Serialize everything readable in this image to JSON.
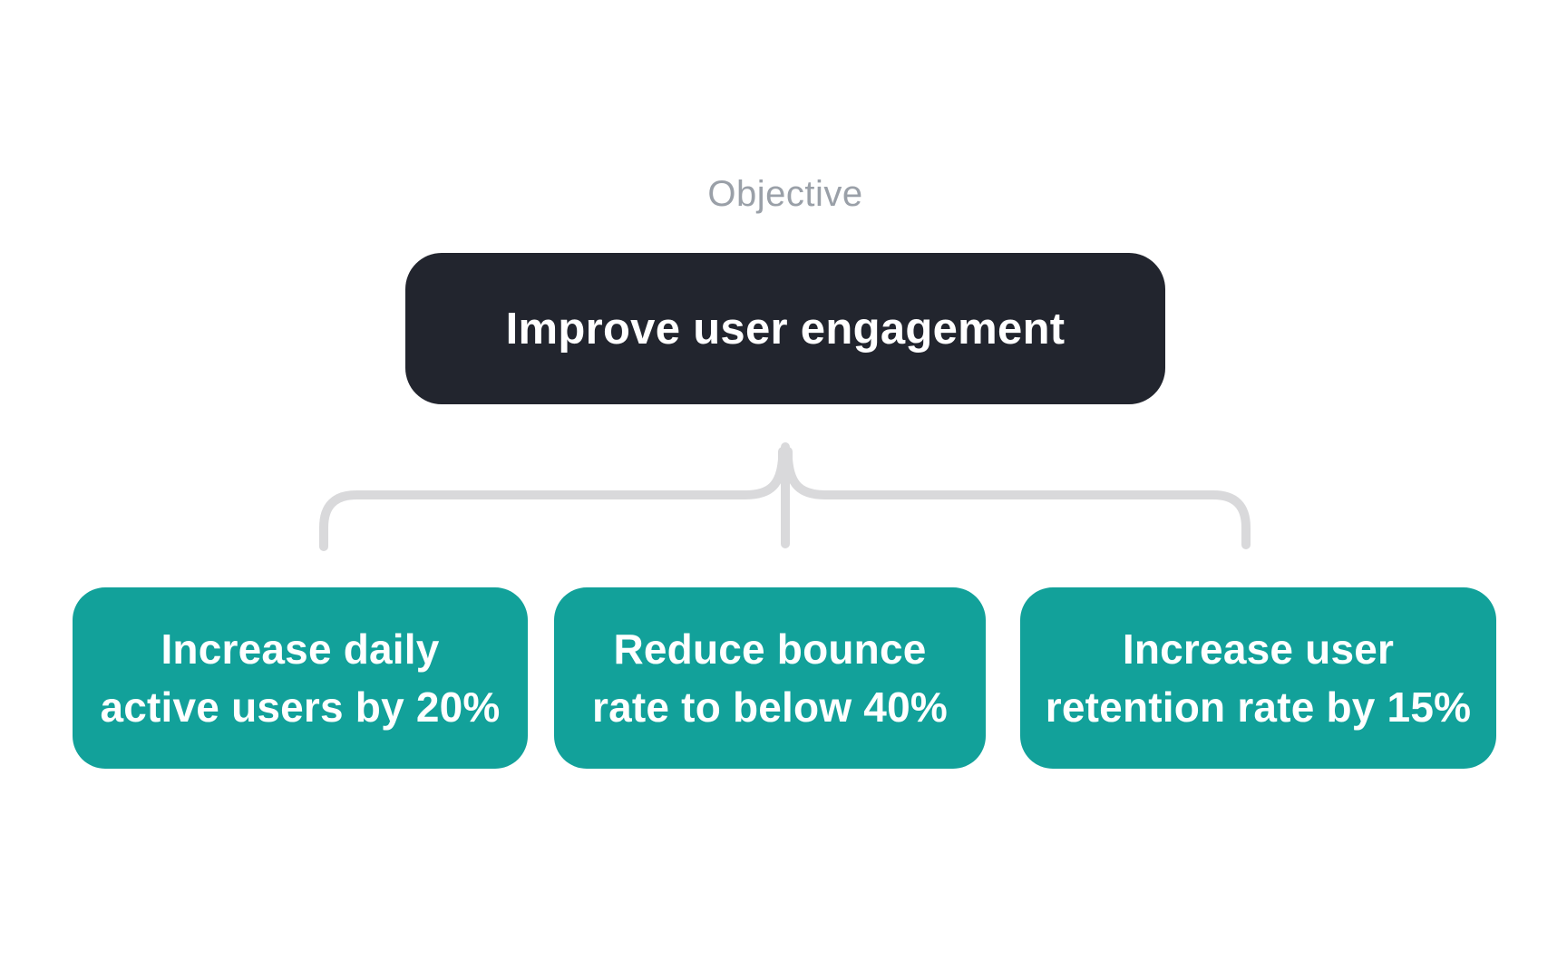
{
  "diagram": {
    "label": "Objective",
    "objective": {
      "text": "Improve user engagement"
    },
    "key_results": [
      {
        "lines": [
          "Increase daily",
          "active users by 20%"
        ]
      },
      {
        "lines": [
          "Reduce bounce",
          "rate to below 40%"
        ]
      },
      {
        "lines": [
          "Increase user",
          "retention rate by 15%"
        ]
      }
    ],
    "colors": {
      "objective_bg": "#22252e",
      "objective_text": "#ffffff",
      "key_result_bg": "#12a19a",
      "key_result_text": "#ffffff",
      "label_text": "#9aa0a8",
      "connector": "#d9d9db",
      "background": "#ffffff"
    }
  }
}
